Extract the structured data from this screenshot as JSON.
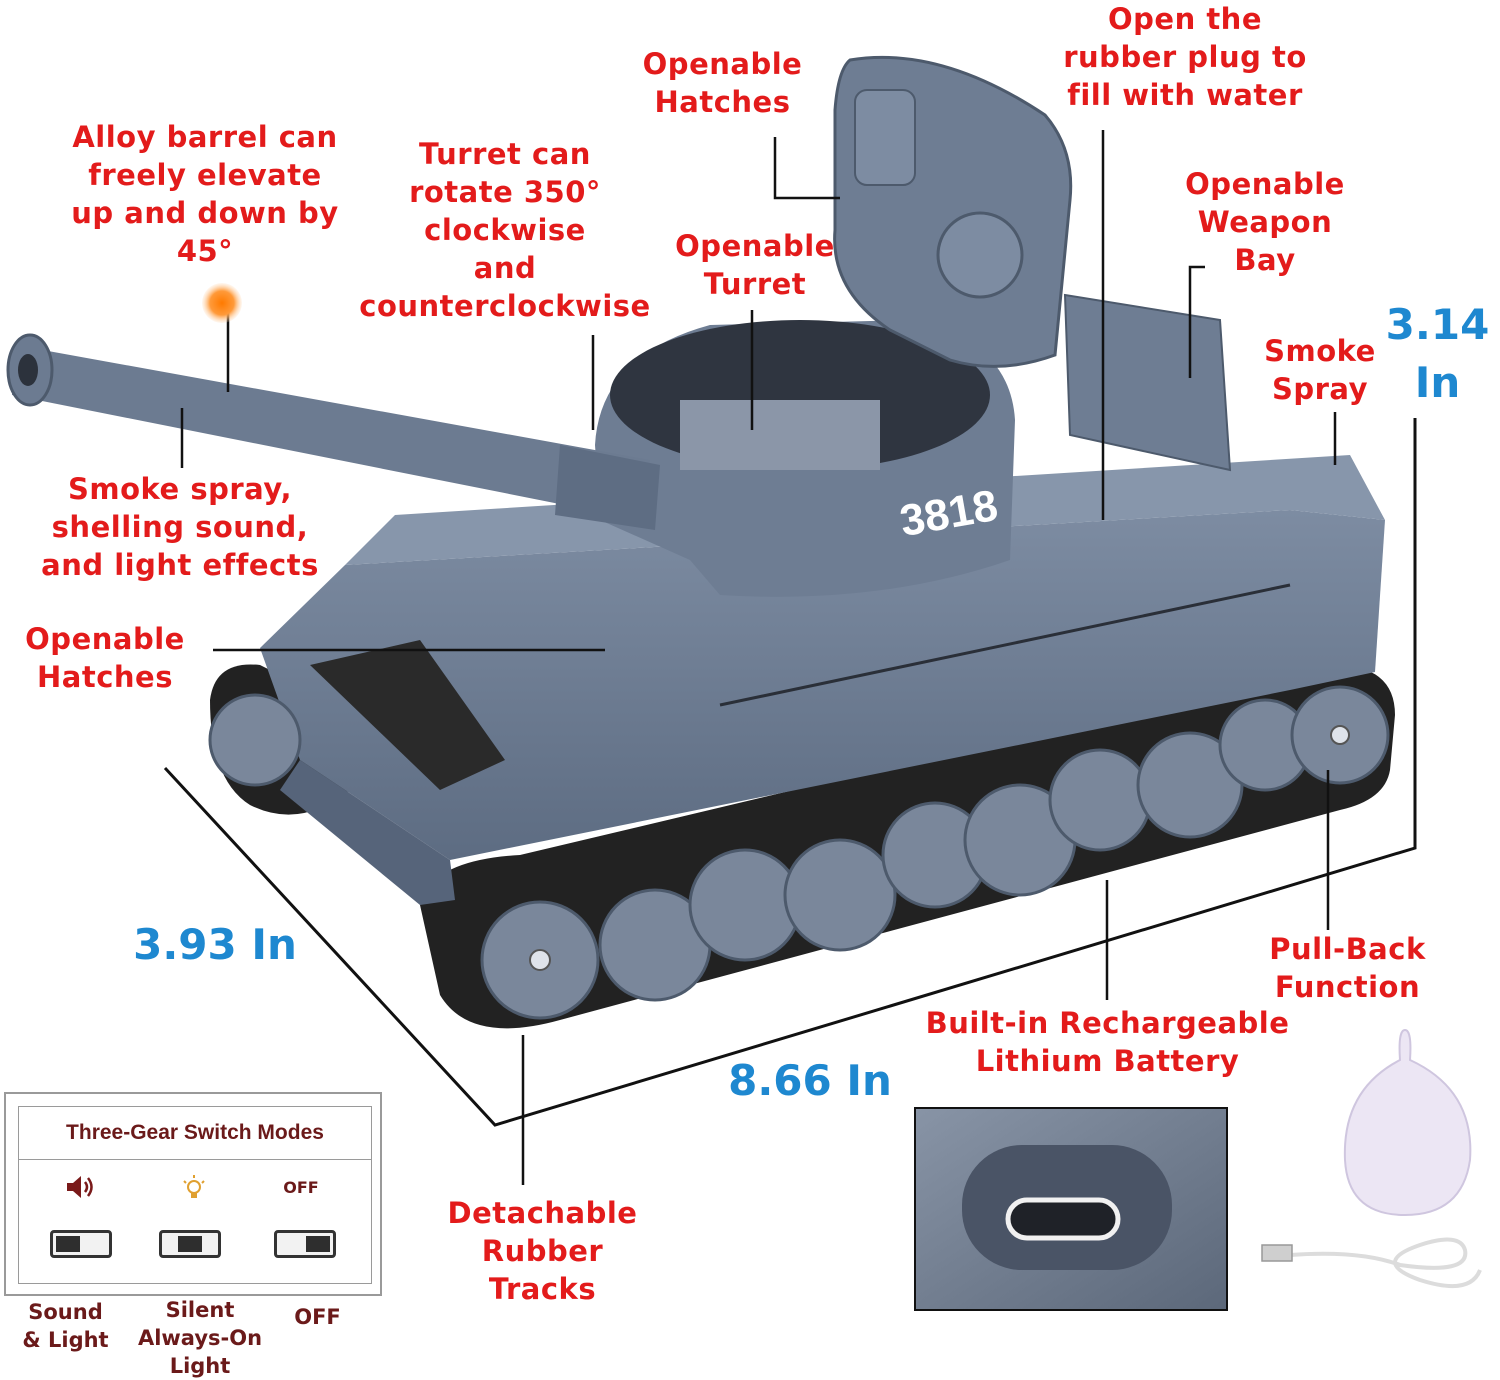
{
  "labels": {
    "barrel": "Alloy barrel can\nfreely elevate\nup and down by\n45°",
    "turret_rotate": "Turret can\nrotate 350°\nclockwise\nand\ncounterclockwise",
    "hatches_top": "Openable\nHatches",
    "turret_open": "Openable\nTurret",
    "water_plug": "Open the\nrubber plug to\nfill with water",
    "weapon_bay": "Openable\nWeapon\nBay",
    "smoke_spray": "Smoke\nSpray",
    "smoke_effects": "Smoke spray,\nshelling sound,\nand light effects",
    "hatches_side": "Openable\nHatches",
    "tracks": "Detachable\nRubber\nTracks",
    "battery": "Built-in Rechargeable\nLithium Battery",
    "pullback": "Pull-Back\nFunction"
  },
  "dimensions": {
    "height": "3.14\nIn",
    "width": "3.93 In",
    "length": "8.66 In"
  },
  "tank": {
    "number": "3818",
    "body_color": "#6f7f96"
  },
  "switch_panel": {
    "title": "Three-Gear Switch Modes",
    "off_icon_text": "OFF",
    "modes": [
      {
        "icon": "speaker-icon",
        "label": "Sound\n& Light"
      },
      {
        "icon": "lightbulb-icon",
        "label": "Silent\nAlways-On\nLight"
      },
      {
        "icon": "off-text",
        "label": "OFF"
      }
    ]
  },
  "colors": {
    "callout_red": "#e31b1b",
    "dimension_blue": "#1e88d0",
    "panel_text": "#6b1a1a"
  }
}
